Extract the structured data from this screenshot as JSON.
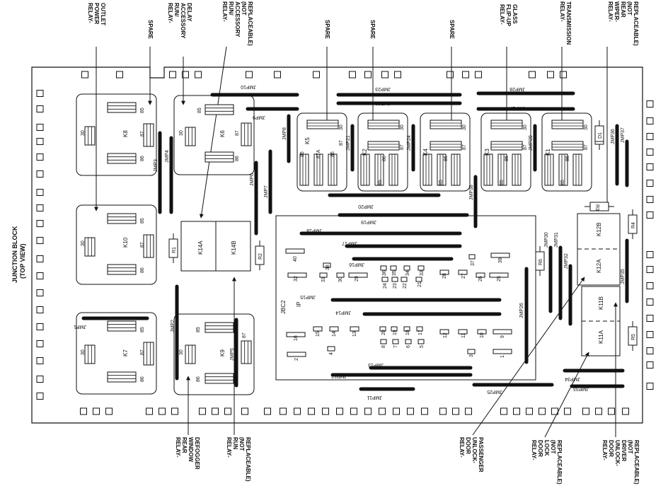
{
  "side_title": [
    "JUNCTION BLOCK",
    "(TOP VIEW)"
  ],
  "top_callouts": {
    "power_outlet": [
      "RELAY-",
      "POWER",
      "OUTLET"
    ],
    "spare_1": [
      "SPARE"
    ],
    "run_acc_delay": [
      "RELAY-",
      "RUN/",
      "ACCESSORY",
      "DELAY"
    ],
    "run_acc_nr": [
      "RELAY-",
      "RUN/",
      "ACCESSORY",
      "(NOT",
      "REPLACEABLE)"
    ],
    "spare_2": [
      "SPARE"
    ],
    "spare_3": [
      "SPARE"
    ],
    "spare_4": [
      "SPARE"
    ],
    "flip_up": [
      "RELAY-",
      "FLIP-UP",
      "GLASS"
    ],
    "transmission": [
      "RELAY-",
      "TRANSMISSION"
    ],
    "wiper": [
      "RELAY-",
      "WIPER-",
      "REAR",
      "(NOT",
      "REPLACEABLE)"
    ]
  },
  "bottom_callouts": {
    "defogger": [
      "RELAY-",
      "REAR",
      "WINDOW",
      "DEFOGGER"
    ],
    "run_nr": [
      "RELAY-",
      "RUN",
      "(NOT",
      "REPLACEABLE)"
    ],
    "unlock_pass": [
      "RELAY-",
      "DOOR",
      "UNLOCK-",
      "PASSENGER"
    ],
    "door_lock": [
      "RELAY-",
      "DOOR",
      "LOCK",
      "(NOT",
      "REPLACEABLE)"
    ],
    "unlock_driver": [
      "RELAY-",
      "DOOR",
      "UNLOCK-",
      "DRIVER",
      "(NOT",
      "REPLACEABLE)"
    ]
  },
  "relays": {
    "k8": "K8",
    "k10": "K10",
    "k7": "K7",
    "k6": "K6",
    "k9": "K9",
    "k5": "K5",
    "k2": "K2",
    "k4": "K4",
    "k3": "K3",
    "k1": "K1",
    "k14a": "K14A",
    "k14b": "K14B",
    "k12a": "K12A",
    "k12b": "K12B",
    "k11a": "K11A",
    "k11b": "K11B"
  },
  "pins": {
    "p30": "30",
    "p85": "85",
    "p86": "86",
    "p87": "87",
    "p87a": "87A"
  },
  "resistors": {
    "r1": "R1",
    "r2": "R2",
    "r3": "R3",
    "r4": "R4",
    "r5": "R5",
    "r6": "R6",
    "d1": "D1"
  },
  "jbc2": {
    "name": "JBC2",
    "ip": "IP"
  },
  "jumpers": {
    "jmp1": "JMP1",
    "jmp2": "JMP2",
    "jmp3": "JMP3",
    "jmp4": "JMP4",
    "jmp5": "JMP5",
    "jmp6": "JMP6",
    "jmp7": "JMP7",
    "jmp8": "JMP8",
    "jmp9": "JMP9",
    "jmp10": "JMP10",
    "jmp11": "JMP11",
    "jmp12": "JMP12",
    "jmp13": "JMP13",
    "jmp14": "JMP14",
    "jmp15": "JMP15",
    "jmp16": "JMP16",
    "jmp17": "JMP17",
    "jmp18": "JMP18",
    "jmp19": "JMP19",
    "jmp20": "JMP20",
    "jmp21": "JMP21",
    "jmp22": "JMP22",
    "jmp23": "JMP23",
    "jmp24": "JMP24",
    "jmp25": "JMP25",
    "jmp26": "JMP26",
    "jmp27": "JMP27",
    "jmp28": "JMP28",
    "jmp29": "JMP29",
    "jmp30": "JMP30",
    "jmp31": "JMP31",
    "jmp32": "JMP32",
    "jmp33": "JMP33",
    "jmp34": "JMP34",
    "jmp35": "JMP35",
    "jmp36": "JMP36",
    "jmp37": "JMP37",
    "jmp38": "JMP38"
  },
  "fuses": [
    "1",
    "2",
    "3",
    "4",
    "5",
    "6",
    "7",
    "8",
    "9",
    "10",
    "11",
    "12",
    "13",
    "14",
    "15",
    "16",
    "17",
    "18",
    "19",
    "20",
    "21",
    "22",
    "23",
    "24",
    "25",
    "26",
    "27",
    "28",
    "29",
    "30",
    "31",
    "32",
    "33",
    "34",
    "35",
    "36",
    "37",
    "38",
    "39",
    "40"
  ]
}
